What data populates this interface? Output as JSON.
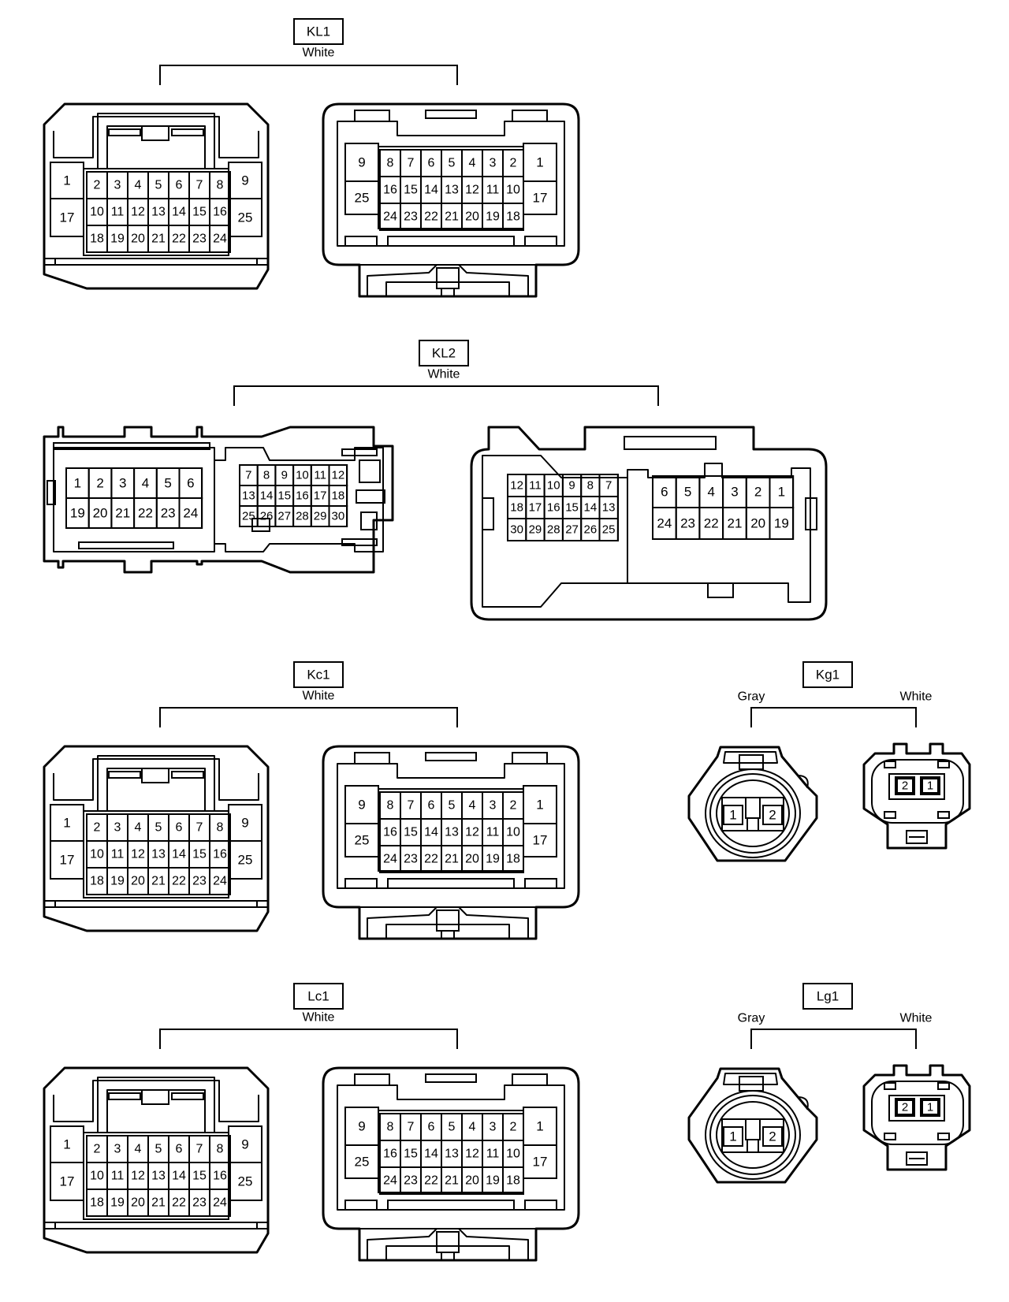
{
  "connectors": [
    {
      "id": "kl1",
      "label": "KL1",
      "colors": [
        "White"
      ],
      "halves": [
        {
          "side": "male",
          "pin_rows": [
            [
              "2",
              "3",
              "4",
              "5",
              "6",
              "7",
              "8"
            ],
            [
              "10",
              "11",
              "12",
              "13",
              "14",
              "15",
              "16"
            ],
            [
              "18",
              "19",
              "20",
              "21",
              "22",
              "23",
              "24"
            ]
          ],
          "left_pins": [
            "1",
            "17"
          ],
          "right_pins": [
            "9",
            "25"
          ]
        },
        {
          "side": "female",
          "pin_rows": [
            [
              "8",
              "7",
              "6",
              "5",
              "4",
              "3",
              "2"
            ],
            [
              "16",
              "15",
              "14",
              "13",
              "12",
              "11",
              "10"
            ],
            [
              "24",
              "23",
              "22",
              "21",
              "20",
              "19",
              "18"
            ]
          ],
          "left_pins": [
            "9",
            "25"
          ],
          "right_pins": [
            "1",
            "17"
          ]
        }
      ]
    },
    {
      "id": "kl2",
      "label": "KL2",
      "colors": [
        "White"
      ],
      "halves": [
        {
          "side": "male",
          "block_a": [
            [
              "1",
              "2",
              "3",
              "4",
              "5",
              "6"
            ],
            [
              "19",
              "20",
              "21",
              "22",
              "23",
              "24"
            ]
          ],
          "block_b": [
            [
              "7",
              "8",
              "9",
              "10",
              "11",
              "12"
            ],
            [
              "13",
              "14",
              "15",
              "16",
              "17",
              "18"
            ],
            [
              "25",
              "26",
              "27",
              "28",
              "29",
              "30"
            ]
          ]
        },
        {
          "side": "female",
          "block_a": [
            [
              "12",
              "11",
              "10",
              "9",
              "8",
              "7"
            ],
            [
              "18",
              "17",
              "16",
              "15",
              "14",
              "13"
            ],
            [
              "30",
              "29",
              "28",
              "27",
              "26",
              "25"
            ]
          ],
          "block_b": [
            [
              "6",
              "5",
              "4",
              "3",
              "2",
              "1"
            ],
            [
              "24",
              "23",
              "22",
              "21",
              "20",
              "19"
            ]
          ]
        }
      ]
    },
    {
      "id": "kc1",
      "label": "Kc1",
      "colors": [
        "White"
      ],
      "halves": [
        {
          "side": "male",
          "pin_rows": [
            [
              "2",
              "3",
              "4",
              "5",
              "6",
              "7",
              "8"
            ],
            [
              "10",
              "11",
              "12",
              "13",
              "14",
              "15",
              "16"
            ],
            [
              "18",
              "19",
              "20",
              "21",
              "22",
              "23",
              "24"
            ]
          ],
          "left_pins": [
            "1",
            "17"
          ],
          "right_pins": [
            "9",
            "25"
          ]
        },
        {
          "side": "female",
          "pin_rows": [
            [
              "8",
              "7",
              "6",
              "5",
              "4",
              "3",
              "2"
            ],
            [
              "16",
              "15",
              "14",
              "13",
              "12",
              "11",
              "10"
            ],
            [
              "24",
              "23",
              "22",
              "21",
              "20",
              "19",
              "18"
            ]
          ],
          "left_pins": [
            "9",
            "25"
          ],
          "right_pins": [
            "1",
            "17"
          ]
        }
      ]
    },
    {
      "id": "lc1",
      "label": "Lc1",
      "colors": [
        "White"
      ],
      "halves": [
        {
          "side": "male",
          "pin_rows": [
            [
              "2",
              "3",
              "4",
              "5",
              "6",
              "7",
              "8"
            ],
            [
              "10",
              "11",
              "12",
              "13",
              "14",
              "15",
              "16"
            ],
            [
              "18",
              "19",
              "20",
              "21",
              "22",
              "23",
              "24"
            ]
          ],
          "left_pins": [
            "1",
            "17"
          ],
          "right_pins": [
            "9",
            "25"
          ]
        },
        {
          "side": "female",
          "pin_rows": [
            [
              "8",
              "7",
              "6",
              "5",
              "4",
              "3",
              "2"
            ],
            [
              "16",
              "15",
              "14",
              "13",
              "12",
              "11",
              "10"
            ],
            [
              "24",
              "23",
              "22",
              "21",
              "20",
              "19",
              "18"
            ]
          ],
          "left_pins": [
            "9",
            "25"
          ],
          "right_pins": [
            "1",
            "17"
          ]
        }
      ]
    },
    {
      "id": "kg1",
      "label": "Kg1",
      "colors": [
        "Gray",
        "White"
      ],
      "halves": [
        {
          "side": "male",
          "pins": [
            "1",
            "2"
          ]
        },
        {
          "side": "female",
          "pins": [
            "2",
            "1"
          ]
        }
      ]
    },
    {
      "id": "lg1",
      "label": "Lg1",
      "colors": [
        "Gray",
        "White"
      ],
      "halves": [
        {
          "side": "male",
          "pins": [
            "1",
            "2"
          ]
        },
        {
          "side": "female",
          "pins": [
            "2",
            "1"
          ]
        }
      ]
    }
  ]
}
